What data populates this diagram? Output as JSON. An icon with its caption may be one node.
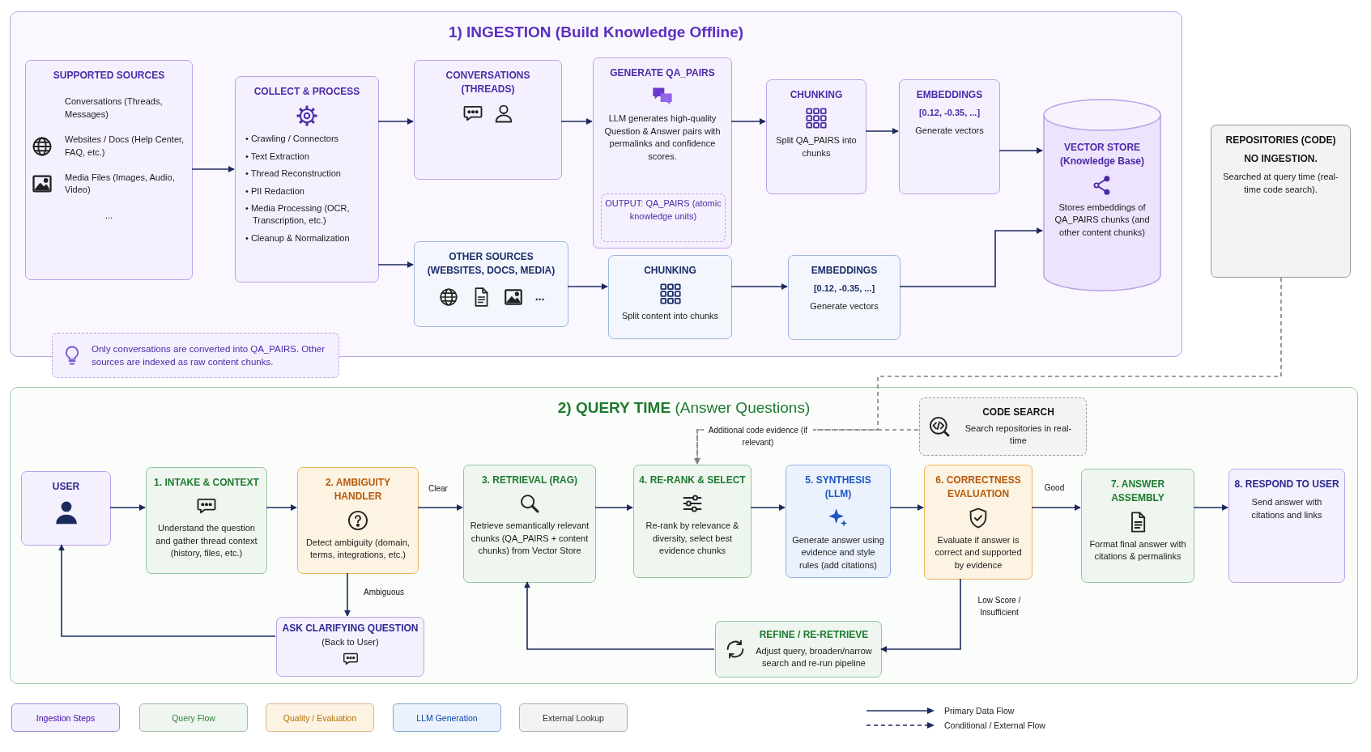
{
  "diagram": {
    "nodes": [
      {
        "text": [
          "1) INGESTION (Build Knowledge Offline)"
        ]
      },
      {
        "text": [
          "SUPPORTED SOURCES",
          "Conversations (Threads, Messages)",
          "Websites / Docs (Help Center, FAQ, etc.)",
          "Media Files (Images, Audio, Video)",
          "..."
        ],
        "in": 0
      },
      {
        "text": [
          "COLLECT & PROCESS",
          "• Crawling / Connectors",
          "• Text Extraction",
          "• Thread Reconstruction",
          "• PII Redaction",
          "• Media Processing (OCR, Transcription, etc.)",
          "• Cleanup & Normalization"
        ],
        "in": 0
      },
      {
        "text": [
          "CONVERSATIONS (THREADS)"
        ],
        "in": 0
      },
      {
        "text": [
          "GENERATE QA_PAIRS",
          "LLM generates high-quality Question & Answer pairs with permalinks and confidence scores."
        ],
        "in": 0
      },
      {
        "text": [
          "OUTPUT: QA_PAIRS (atomic knowledge units)"
        ],
        "in": 4
      },
      {
        "text": [
          "CHUNKING",
          "Split QA_PAIRS into chunks"
        ],
        "in": 0
      },
      {
        "text": [
          "EMBEDDINGS",
          "[0.12, -0.35, ...]",
          "Generate vectors"
        ],
        "in": 0
      },
      {
        "text": [
          "VECTOR STORE (Knowledge Base)",
          "Stores embeddings of QA_PAIRS chunks (and other content chunks)"
        ],
        "in": 0
      },
      {
        "text": [
          "OTHER SOURCES (WEBSITES, DOCS, MEDIA)",
          "..."
        ],
        "in": 0
      },
      {
        "text": [
          "CHUNKING",
          "Split content into chunks"
        ],
        "in": 0
      },
      {
        "text": [
          "EMBEDDINGS",
          "[0.12, -0.35, ...]",
          "Generate vectors"
        ],
        "in": 0
      },
      {
        "text": [
          "Only conversations are converted into QA_PAIRS. Other sources are indexed as raw content chunks."
        ]
      },
      {
        "text": [
          "REPOSITORIES (CODE)",
          "NO INGESTION.",
          "Searched at query time (real-time code search)."
        ]
      },
      {
        "text": [
          "**2) QUERY TIME** (Answer Questions)"
        ]
      },
      {
        "text": [
          "CODE SEARCH",
          "Search repositories in real-time"
        ],
        "in": 14
      },
      {
        "text": [
          "USER"
        ],
        "in": 14
      },
      {
        "text": [
          "1. INTAKE & CONTEXT",
          "Understand the question and gather thread context (history, files, etc.)"
        ],
        "in": 14
      },
      {
        "text": [
          "2. AMBIGUITY HANDLER",
          "Detect ambiguity (domain, terms, integrations, etc.)"
        ],
        "in": 14
      },
      {
        "text": [
          "3. RETRIEVAL (RAG)",
          "Retrieve semantically relevant chunks (QA_PAIRS + content chunks) from Vector Store"
        ],
        "in": 14
      },
      {
        "text": [
          "4. RE-RANK & SELECT",
          "Re-rank by relevance & diversity, select best evidence chunks"
        ],
        "in": 14
      },
      {
        "text": [
          "5. SYNTHESIS (LLM)",
          "Generate answer using evidence and style rules (add citations)"
        ],
        "in": 14
      },
      {
        "text": [
          "6. CORRECTNESS EVALUATION",
          "Evaluate if answer is correct and supported by evidence"
        ],
        "in": 14
      },
      {
        "text": [
          "7. ANSWER ASSEMBLY",
          "Format final answer with citations & permalinks"
        ],
        "in": 14
      },
      {
        "text": [
          "8. RESPOND TO USER",
          "Send answer with citations and links"
        ],
        "in": 14
      },
      {
        "text": [
          "ASK CLARIFYING QUESTION",
          "(Back to User)"
        ],
        "in": 14
      },
      {
        "text": [
          "REFINE / RE-RETRIEVE",
          "Adjust query, broaden/narrow search and re-run pipeline"
        ],
        "in": 14
      }
    ],
    "edges": [
      {
        "from": 1,
        "to": 2,
        "arrow": "to"
      },
      {
        "from": 2,
        "to": 3,
        "arrow": "to"
      },
      {
        "from": 2,
        "to": 9,
        "arrow": "to"
      },
      {
        "from": 3,
        "to": 4,
        "arrow": "to"
      },
      {
        "from": 4,
        "to": 6,
        "arrow": "to"
      },
      {
        "from": 6,
        "to": 7,
        "arrow": "to"
      },
      {
        "from": 7,
        "to": 8,
        "arrow": "to"
      },
      {
        "from": 9,
        "to": 10,
        "arrow": "to"
      },
      {
        "from": 10,
        "to": 11,
        "arrow": "to"
      },
      {
        "from": 11,
        "to": 8,
        "arrow": "to"
      },
      {
        "from": 13,
        "to": 20,
        "arrow": "to",
        "style": "dashed",
        "color": "#808080"
      },
      {
        "from": 15,
        "to": 20,
        "arrow": "to",
        "label": "Additional code evidence (if relevant)",
        "style": "dashed",
        "color": "#808080"
      },
      {
        "from": 16,
        "to": 17,
        "arrow": "to"
      },
      {
        "from": 17,
        "to": 18,
        "arrow": "to"
      },
      {
        "from": 18,
        "to": 19,
        "arrow": "to",
        "label": "Clear"
      },
      {
        "from": 19,
        "to": 20,
        "arrow": "to"
      },
      {
        "from": 20,
        "to": 21,
        "arrow": "to"
      },
      {
        "from": 21,
        "to": 22,
        "arrow": "to"
      },
      {
        "from": 22,
        "to": 23,
        "arrow": "to",
        "label": "Good"
      },
      {
        "from": 23,
        "to": 24,
        "arrow": "to"
      },
      {
        "from": 18,
        "to": 25,
        "arrow": "to",
        "label": "Ambiguous"
      },
      {
        "from": 25,
        "to": 16,
        "arrow": "to"
      },
      {
        "from": 22,
        "to": 26,
        "arrow": "to",
        "label": "Low Score / Insufficient"
      },
      {
        "from": 26,
        "to": 19,
        "arrow": "to"
      }
    ],
    "legend": [
      {
        "text": "Ingestion Steps",
        "color": "#f3eefd"
      },
      {
        "text": "Query Flow",
        "color": "#eef6ef"
      },
      {
        "text": "Quality / Evaluation",
        "color": "#fdf3e2"
      },
      {
        "text": "LLM Generation",
        "color": "#ebf2fd"
      },
      {
        "text": "External Lookup",
        "color": "#f3f3f3"
      },
      {
        "text": "Primary Data Flow"
      },
      {
        "text": "Conditional / External Flow"
      }
    ]
  }
}
